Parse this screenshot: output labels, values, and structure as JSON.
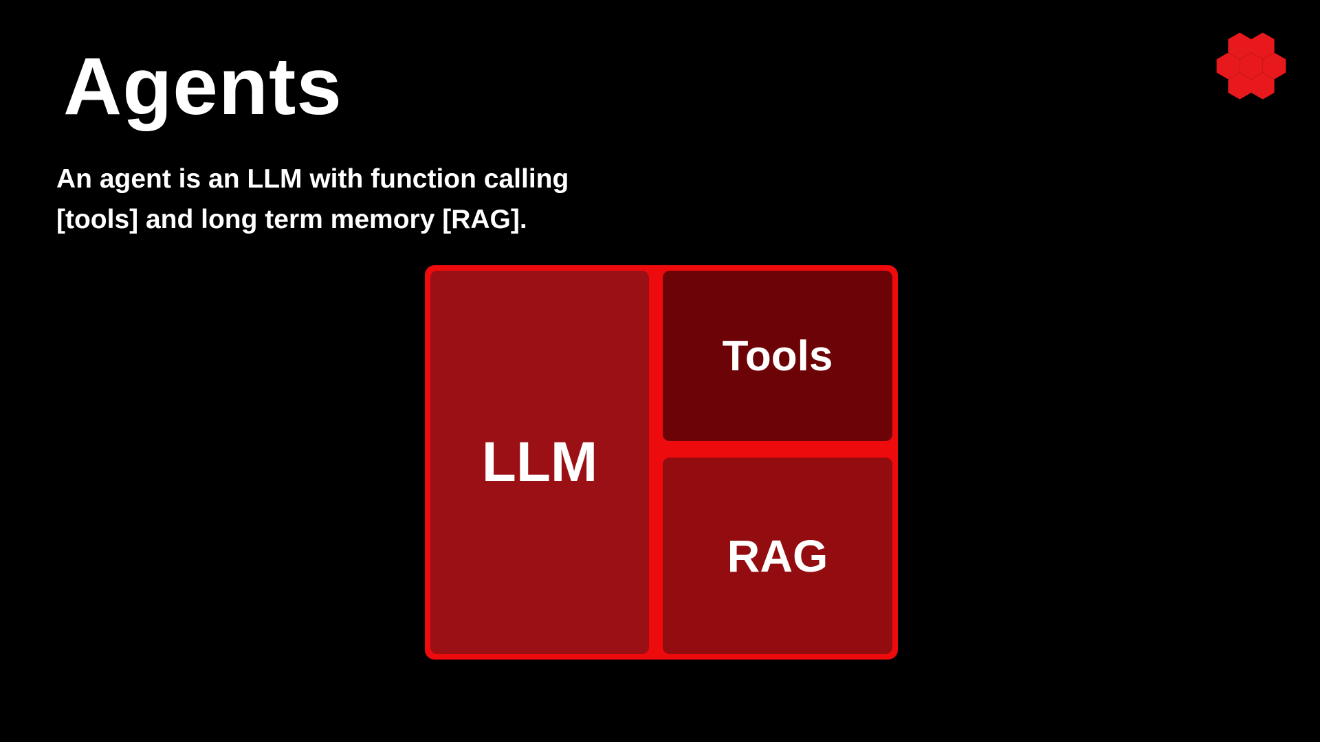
{
  "slide": {
    "title": "Agents",
    "subtitle_line1": "An agent is an LLM with function calling",
    "subtitle_line2": "[tools] and long term memory [RAG]."
  },
  "diagram": {
    "llm_label": "LLM",
    "tools_label": "Tools",
    "rag_label": "RAG"
  },
  "logo": {
    "name": "hexagon-cluster-logo"
  },
  "colors": {
    "bg": "#000000",
    "text": "#ffffff",
    "accent": "#ee0b0d",
    "llm": "#9b1014",
    "tools": "#6c0407",
    "rag": "#930c0f",
    "logo": "#e8191d"
  }
}
